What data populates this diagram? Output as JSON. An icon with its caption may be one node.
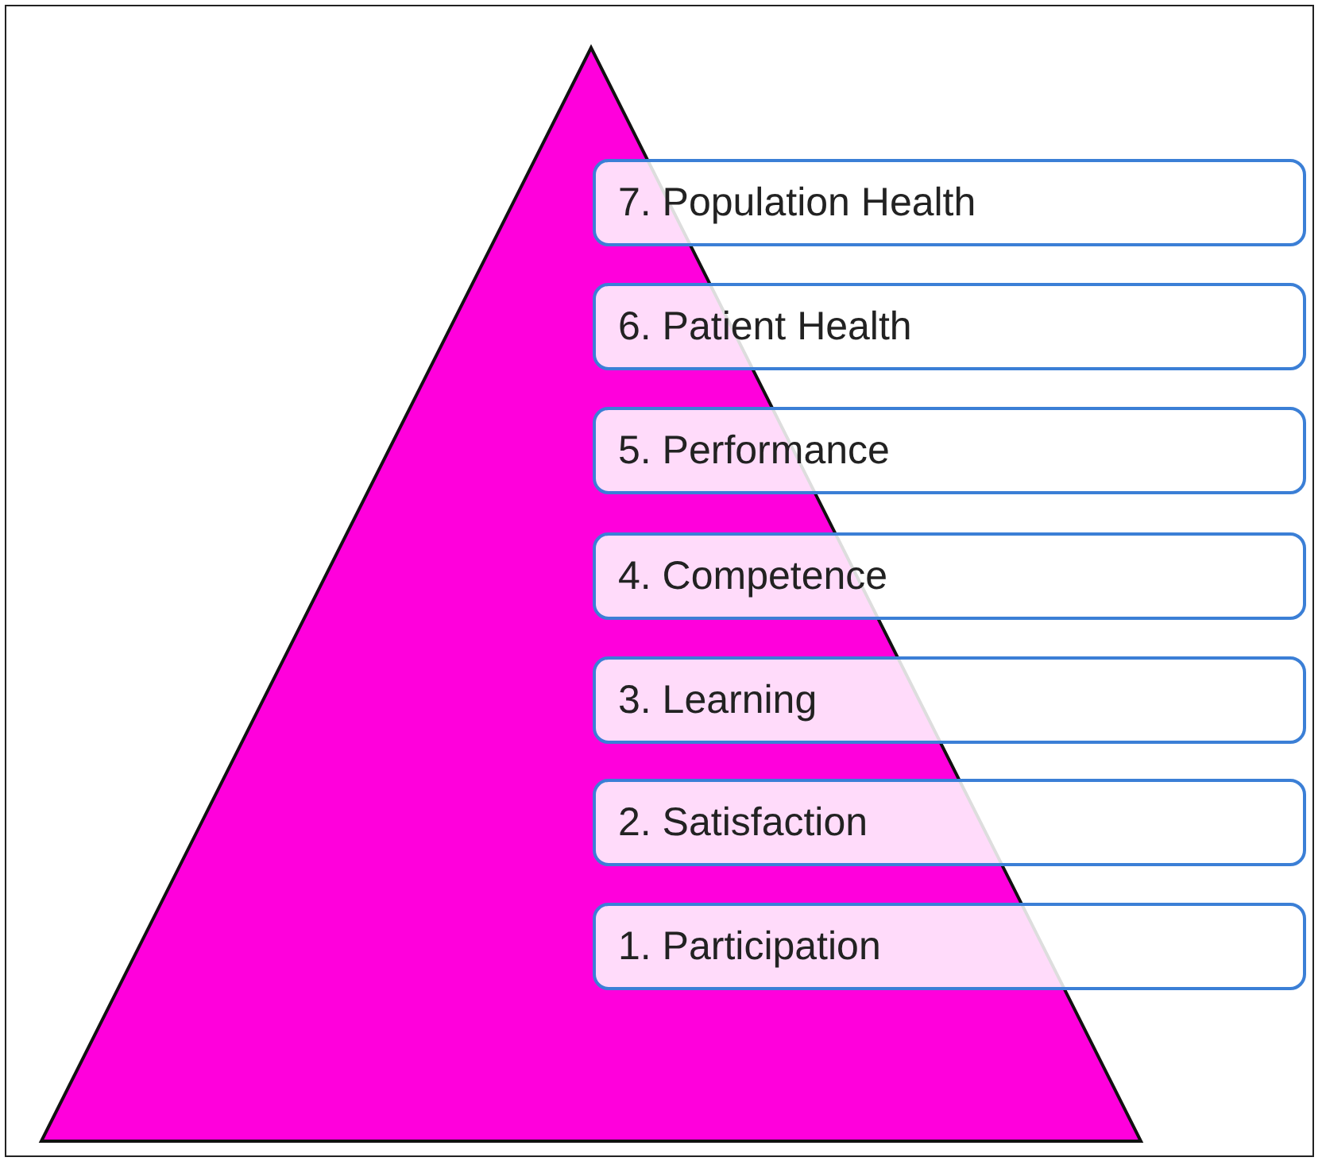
{
  "diagram": {
    "nodes": [
      {
        "text": [
          "7. Population Health"
        ]
      },
      {
        "text": [
          "6. Patient Health"
        ]
      },
      {
        "text": [
          "5. Performance"
        ]
      },
      {
        "text": [
          "4. Competence"
        ]
      },
      {
        "text": [
          "3. Learning"
        ]
      },
      {
        "text": [
          "2. Satisfaction"
        ]
      },
      {
        "text": [
          "1. Participation"
        ]
      }
    ]
  }
}
